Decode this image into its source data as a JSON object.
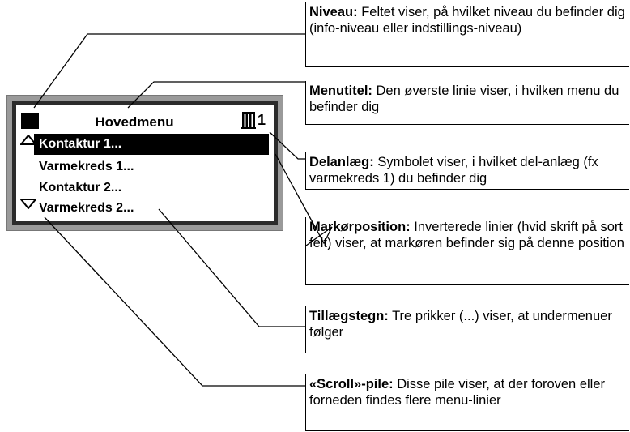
{
  "display": {
    "menu_title": "Hovedmenu",
    "plant_number": "1",
    "rows": [
      {
        "label": "Kontaktur 1...",
        "selected": true
      },
      {
        "label": "Varmekreds 1...",
        "selected": false
      },
      {
        "label": "Kontaktur 2...",
        "selected": false
      },
      {
        "label": "Varmekreds 2...",
        "selected": false
      }
    ]
  },
  "callouts": [
    {
      "term": "Niveau:",
      "text": "Feltet viser, på hvilket niveau du befinder dig (info-niveau eller indstillings-niveau)"
    },
    {
      "term": "Menutitel:",
      "text": "Den øverste linie viser, i hvilken menu du befinder dig"
    },
    {
      "term": "Delanlæg:",
      "text": "Symbolet viser, i hvilket del-anlæg (fx varmekreds 1) du befinder dig"
    },
    {
      "term": "Markørposition:",
      "text": "Inverterede linier (hvid skrift på sort felt) viser, at markøren befinder sig på denne position"
    },
    {
      "term": "Tillægstegn:",
      "text": "Tre prikker (...) viser, at undermenuer følger"
    },
    {
      "term": "«Scroll»-pile:",
      "text": "Disse pile viser, at der foroven eller forneden findes flere menu-linier"
    }
  ]
}
